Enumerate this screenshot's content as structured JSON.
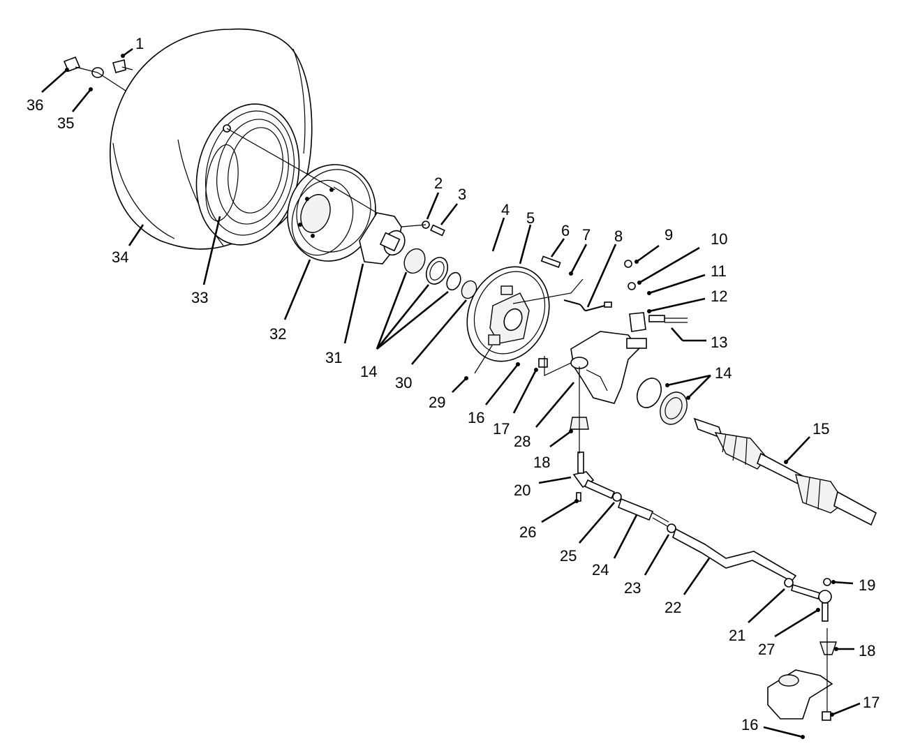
{
  "diagram": {
    "labels": {
      "p1": "1",
      "p2": "2",
      "p3": "3",
      "p4": "4",
      "p5": "5",
      "p6": "6",
      "p7": "7",
      "p8": "8",
      "p9": "9",
      "p10": "10",
      "p11": "11",
      "p12": "12",
      "p13": "13",
      "p14a": "14",
      "p14b": "14",
      "p15": "15",
      "p16a": "16",
      "p16b": "16",
      "p17a": "17",
      "p17b": "17",
      "p18a": "18",
      "p18b": "18",
      "p19": "19",
      "p20": "20",
      "p21": "21",
      "p22": "22",
      "p23": "23",
      "p24": "24",
      "p25": "25",
      "p26": "26",
      "p27": "27",
      "p28": "28",
      "p29": "29",
      "p30": "30",
      "p31": "31",
      "p32": "32",
      "p33": "33",
      "p34": "34",
      "p35": "35",
      "p36": "36"
    }
  }
}
